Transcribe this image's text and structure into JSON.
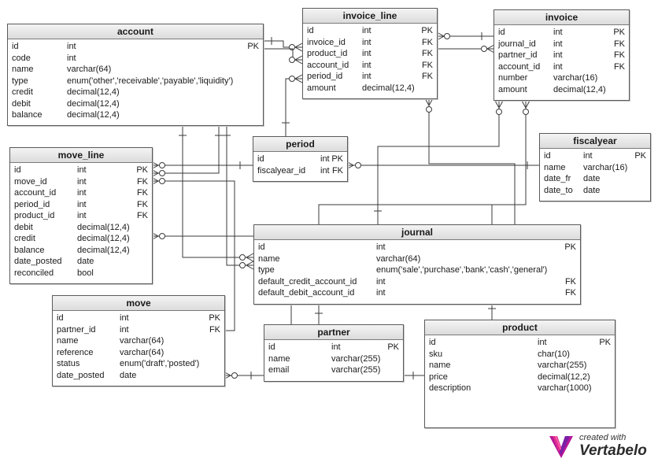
{
  "tables": {
    "account": {
      "title": "account",
      "rows": [
        {
          "name": "id",
          "type": "int",
          "key": "PK"
        },
        {
          "name": "code",
          "type": "int",
          "key": ""
        },
        {
          "name": "name",
          "type": "varchar(64)",
          "key": ""
        },
        {
          "name": "type",
          "type": "enum('other','receivable','payable','liquidity')",
          "key": ""
        },
        {
          "name": "credit",
          "type": "decimal(12,4)",
          "key": ""
        },
        {
          "name": "debit",
          "type": "decimal(12,4)",
          "key": ""
        },
        {
          "name": "balance",
          "type": "decimal(12,4)",
          "key": ""
        }
      ]
    },
    "invoice_line": {
      "title": "invoice_line",
      "rows": [
        {
          "name": "id",
          "type": "int",
          "key": "PK"
        },
        {
          "name": "invoice_id",
          "type": "int",
          "key": "FK"
        },
        {
          "name": "product_id",
          "type": "int",
          "key": "FK"
        },
        {
          "name": "account_id",
          "type": "int",
          "key": "FK"
        },
        {
          "name": "period_id",
          "type": "int",
          "key": "FK"
        },
        {
          "name": "amount",
          "type": "decimal(12,4)",
          "key": ""
        }
      ]
    },
    "invoice": {
      "title": "invoice",
      "rows": [
        {
          "name": "id",
          "type": "int",
          "key": "PK"
        },
        {
          "name": "journal_id",
          "type": "int",
          "key": "FK"
        },
        {
          "name": "partner_id",
          "type": "int",
          "key": "FK"
        },
        {
          "name": "account_id",
          "type": "int",
          "key": "FK"
        },
        {
          "name": "number",
          "type": "varchar(16)",
          "key": ""
        },
        {
          "name": "amount",
          "type": "decimal(12,4)",
          "key": ""
        }
      ]
    },
    "move_line": {
      "title": "move_line",
      "rows": [
        {
          "name": "id",
          "type": "int",
          "key": "PK"
        },
        {
          "name": "move_id",
          "type": "int",
          "key": "FK"
        },
        {
          "name": "account_id",
          "type": "int",
          "key": "FK"
        },
        {
          "name": "period_id",
          "type": "int",
          "key": "FK"
        },
        {
          "name": "product_id",
          "type": "int",
          "key": "FK"
        },
        {
          "name": "debit",
          "type": "decimal(12,4)",
          "key": ""
        },
        {
          "name": "credit",
          "type": "decimal(12,4)",
          "key": ""
        },
        {
          "name": "balance",
          "type": "decimal(12,4)",
          "key": ""
        },
        {
          "name": "date_posted",
          "type": "date",
          "key": ""
        },
        {
          "name": "reconciled",
          "type": "bool",
          "key": ""
        }
      ]
    },
    "period": {
      "title": "period",
      "rows": [
        {
          "name": "id",
          "type": "int",
          "key": "PK"
        },
        {
          "name": "fiscalyear_id",
          "type": "int",
          "key": "FK"
        }
      ]
    },
    "fiscalyear": {
      "title": "fiscalyear",
      "rows": [
        {
          "name": "id",
          "type": "int",
          "key": "PK"
        },
        {
          "name": "name",
          "type": "varchar(16)",
          "key": ""
        },
        {
          "name": "date_fr",
          "type": "date",
          "key": ""
        },
        {
          "name": "date_to",
          "type": "date",
          "key": ""
        }
      ]
    },
    "journal": {
      "title": "journal",
      "rows": [
        {
          "name": "id",
          "type": "int",
          "key": "PK"
        },
        {
          "name": "name",
          "type": "varchar(64)",
          "key": ""
        },
        {
          "name": "type",
          "type": "enum('sale','purchase','bank','cash','general')",
          "key": ""
        },
        {
          "name": "default_credit_account_id",
          "type": "int",
          "key": "FK"
        },
        {
          "name": "default_debit_account_id",
          "type": "int",
          "key": "FK"
        }
      ]
    },
    "move": {
      "title": "move",
      "rows": [
        {
          "name": "id",
          "type": "int",
          "key": "PK"
        },
        {
          "name": "partner_id",
          "type": "int",
          "key": "FK"
        },
        {
          "name": "name",
          "type": "varchar(64)",
          "key": ""
        },
        {
          "name": "reference",
          "type": "varchar(64)",
          "key": ""
        },
        {
          "name": "status",
          "type": "enum('draft','posted')",
          "key": ""
        },
        {
          "name": "date_posted",
          "type": "date",
          "key": ""
        }
      ]
    },
    "partner": {
      "title": "partner",
      "rows": [
        {
          "name": "id",
          "type": "int",
          "key": "PK"
        },
        {
          "name": "name",
          "type": "varchar(255)",
          "key": ""
        },
        {
          "name": "email",
          "type": "varchar(255)",
          "key": ""
        }
      ]
    },
    "product": {
      "title": "product",
      "rows": [
        {
          "name": "id",
          "type": "int",
          "key": "PK"
        },
        {
          "name": "sku",
          "type": "char(10)",
          "key": ""
        },
        {
          "name": "name",
          "type": "varchar(255)",
          "key": ""
        },
        {
          "name": "price",
          "type": "decimal(12,2)",
          "key": ""
        },
        {
          "name": "description",
          "type": "varchar(1000)",
          "key": ""
        }
      ]
    }
  },
  "relationships": [
    {
      "parent": "invoice",
      "child": "invoice_line"
    },
    {
      "parent": "account",
      "child": "invoice_line"
    },
    {
      "parent": "period",
      "child": "invoice_line"
    },
    {
      "parent": "product",
      "child": "invoice_line"
    },
    {
      "parent": "journal",
      "child": "invoice"
    },
    {
      "parent": "partner",
      "child": "invoice"
    },
    {
      "parent": "account",
      "child": "invoice"
    },
    {
      "parent": "fiscalyear",
      "child": "period"
    },
    {
      "parent": "account",
      "child": "move_line"
    },
    {
      "parent": "period",
      "child": "move_line"
    },
    {
      "parent": "move",
      "child": "move_line"
    },
    {
      "parent": "product",
      "child": "move_line"
    },
    {
      "parent": "account",
      "child": "journal"
    },
    {
      "parent": "partner",
      "child": "move"
    }
  ],
  "branding": {
    "created_with": "created with",
    "brand": "Vertabelo"
  },
  "colors": {
    "line": "#3a3a3a",
    "header_top": "#f4f4f4",
    "header_bottom": "#dcdcdc",
    "border": "#5a5a5a"
  }
}
